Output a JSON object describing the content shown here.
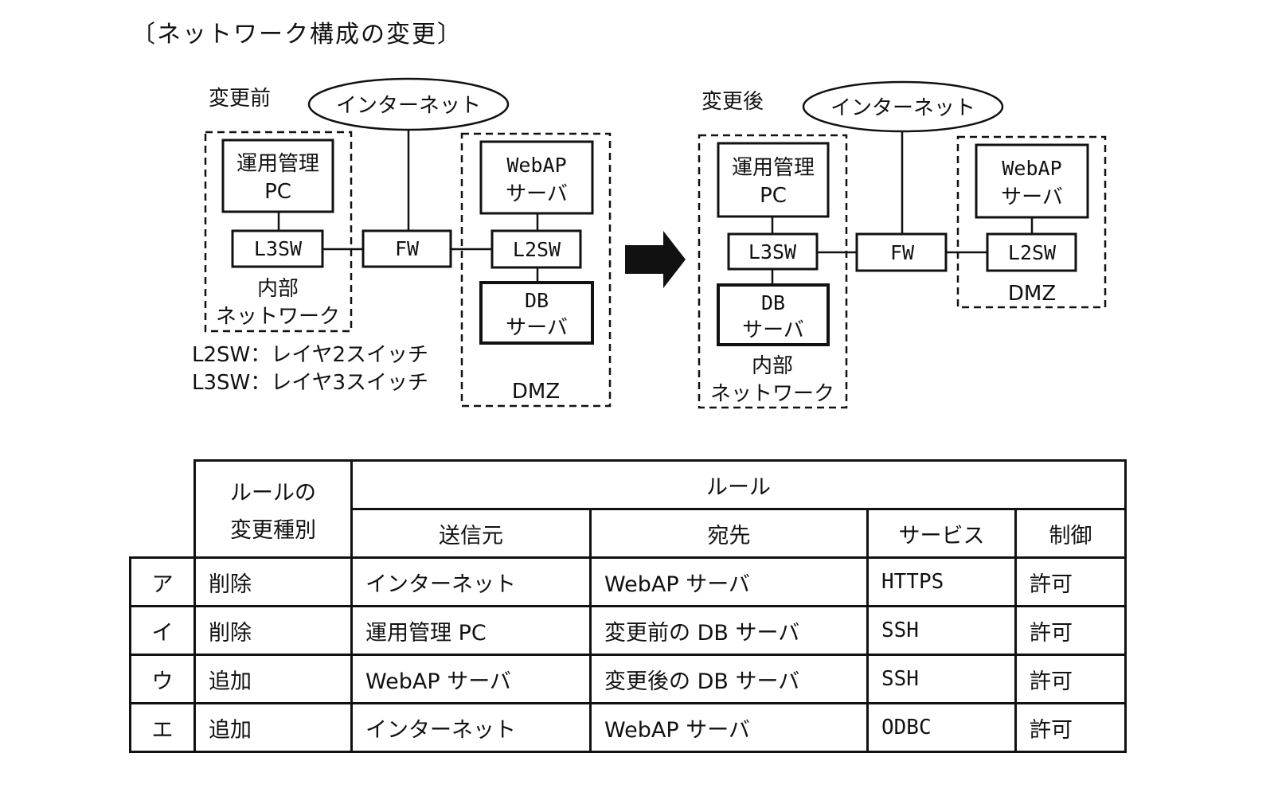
{
  "title": "〔ネットワーク構成の変更〕",
  "before": {
    "heading": "変更前",
    "internet": "インターネット",
    "mgmt_pc": [
      "運用管理",
      "PC"
    ],
    "l3sw": "L3SW",
    "fw": "FW",
    "l2sw": "L2SW",
    "webap": [
      "WebAP",
      "サーバ"
    ],
    "db": [
      "DB",
      "サーバ"
    ],
    "internal": [
      "内部",
      "ネットワーク"
    ],
    "dmz": "DMZ",
    "legend": [
      "L2SW：レイヤ2スイッチ",
      "L3SW：レイヤ3スイッチ"
    ]
  },
  "after": {
    "heading": "変更後",
    "internet": "インターネット",
    "mgmt_pc": [
      "運用管理",
      "PC"
    ],
    "l3sw": "L3SW",
    "fw": "FW",
    "l2sw": "L2SW",
    "webap": [
      "WebAP",
      "サーバ"
    ],
    "db": [
      "DB",
      "サーバ"
    ],
    "internal": [
      "内部",
      "ネットワーク"
    ],
    "dmz": "DMZ"
  },
  "table": {
    "type_header": [
      "ルールの",
      "変更種別"
    ],
    "rule_header": "ルール",
    "columns": [
      "送信元",
      "宛先",
      "サービス",
      "制御"
    ],
    "rows": [
      {
        "label": "ア",
        "type": "削除",
        "src": "インターネット",
        "dst": "WebAP サーバ",
        "service": "HTTPS",
        "control": "許可"
      },
      {
        "label": "イ",
        "type": "削除",
        "src": "運用管理 PC",
        "dst": "変更前の DB サーバ",
        "service": "SSH",
        "control": "許可"
      },
      {
        "label": "ウ",
        "type": "追加",
        "src": "WebAP サーバ",
        "dst": "変更後の DB サーバ",
        "service": "SSH",
        "control": "許可"
      },
      {
        "label": "エ",
        "type": "追加",
        "src": "インターネット",
        "dst": "WebAP サーバ",
        "service": "ODBC",
        "control": "許可"
      }
    ]
  }
}
